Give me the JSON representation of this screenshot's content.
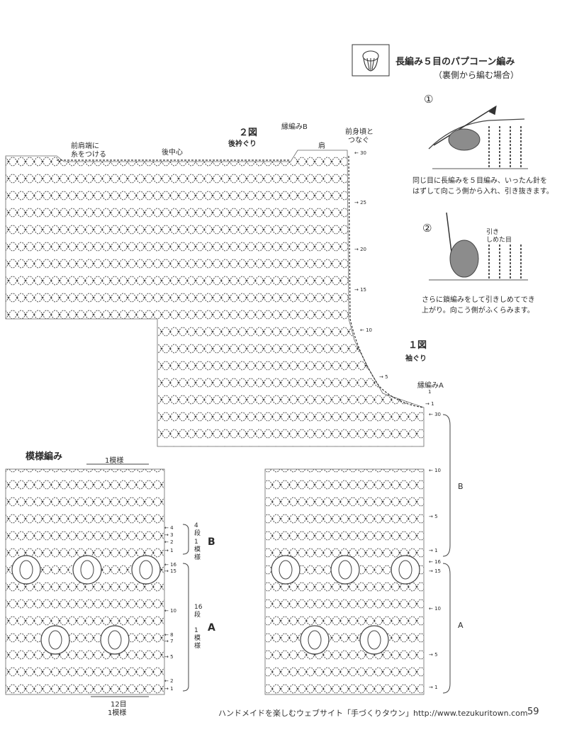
{
  "header": {
    "title": "長編み５目のパプコーン編み",
    "subtitle": "（裏側から編む場合）"
  },
  "steps": [
    {
      "num": "①",
      "text_lines": [
        "同じ目に長編みを５目編み、いったん針を",
        "はずして向こう側から入れ、引き抜きます。"
      ]
    },
    {
      "num": "②",
      "callout": [
        "引き",
        "しめた目"
      ],
      "text_lines": [
        "さらに鎖編みをして引きしめてでき",
        "上がり。向こう側がふくらみます。"
      ]
    }
  ],
  "fig2": {
    "title": "２図",
    "subtitle": "後衿ぐり",
    "label_front_shoulder": [
      "前肩端に",
      "糸をつける"
    ],
    "label_back_center": "後中心",
    "label_edge_b": "縁編みB",
    "label_front_join": [
      "前身頃と",
      "つなぐ"
    ],
    "label_shoulder": "肩",
    "row_marks": [
      "30",
      "25",
      "20",
      "15",
      "10",
      "5",
      "1"
    ]
  },
  "fig1": {
    "title": "１図",
    "subtitle": "袖ぐり",
    "label_edge_a": "縁編みA",
    "label_top_1": "1",
    "row_marks": [
      "30",
      "10",
      "5",
      "1",
      "16",
      "15",
      "10",
      "5",
      "1"
    ],
    "section_b": "B",
    "section_a": "A"
  },
  "pattern": {
    "title": "模様編み",
    "repeat_label": "1模様",
    "row_marks": [
      "4",
      "3",
      "2",
      "1",
      "16",
      "15",
      "10",
      "8",
      "7",
      "5",
      "2",
      "1"
    ],
    "b_group": {
      "rows": "4段",
      "repeat": "1模様",
      "letter": "B"
    },
    "a_group": {
      "rows": "16段",
      "repeat": "1模様",
      "letter": "A"
    },
    "bottom_label_1": "12目",
    "bottom_label_2": "1模様"
  },
  "footer": {
    "text": "ハンドメイドを楽しむウェブサイト「手づくりタウン」http://www.tezukuritown.com",
    "page_number": "59"
  },
  "colors": {
    "ink": "#2b2b2b",
    "line": "#555555"
  }
}
